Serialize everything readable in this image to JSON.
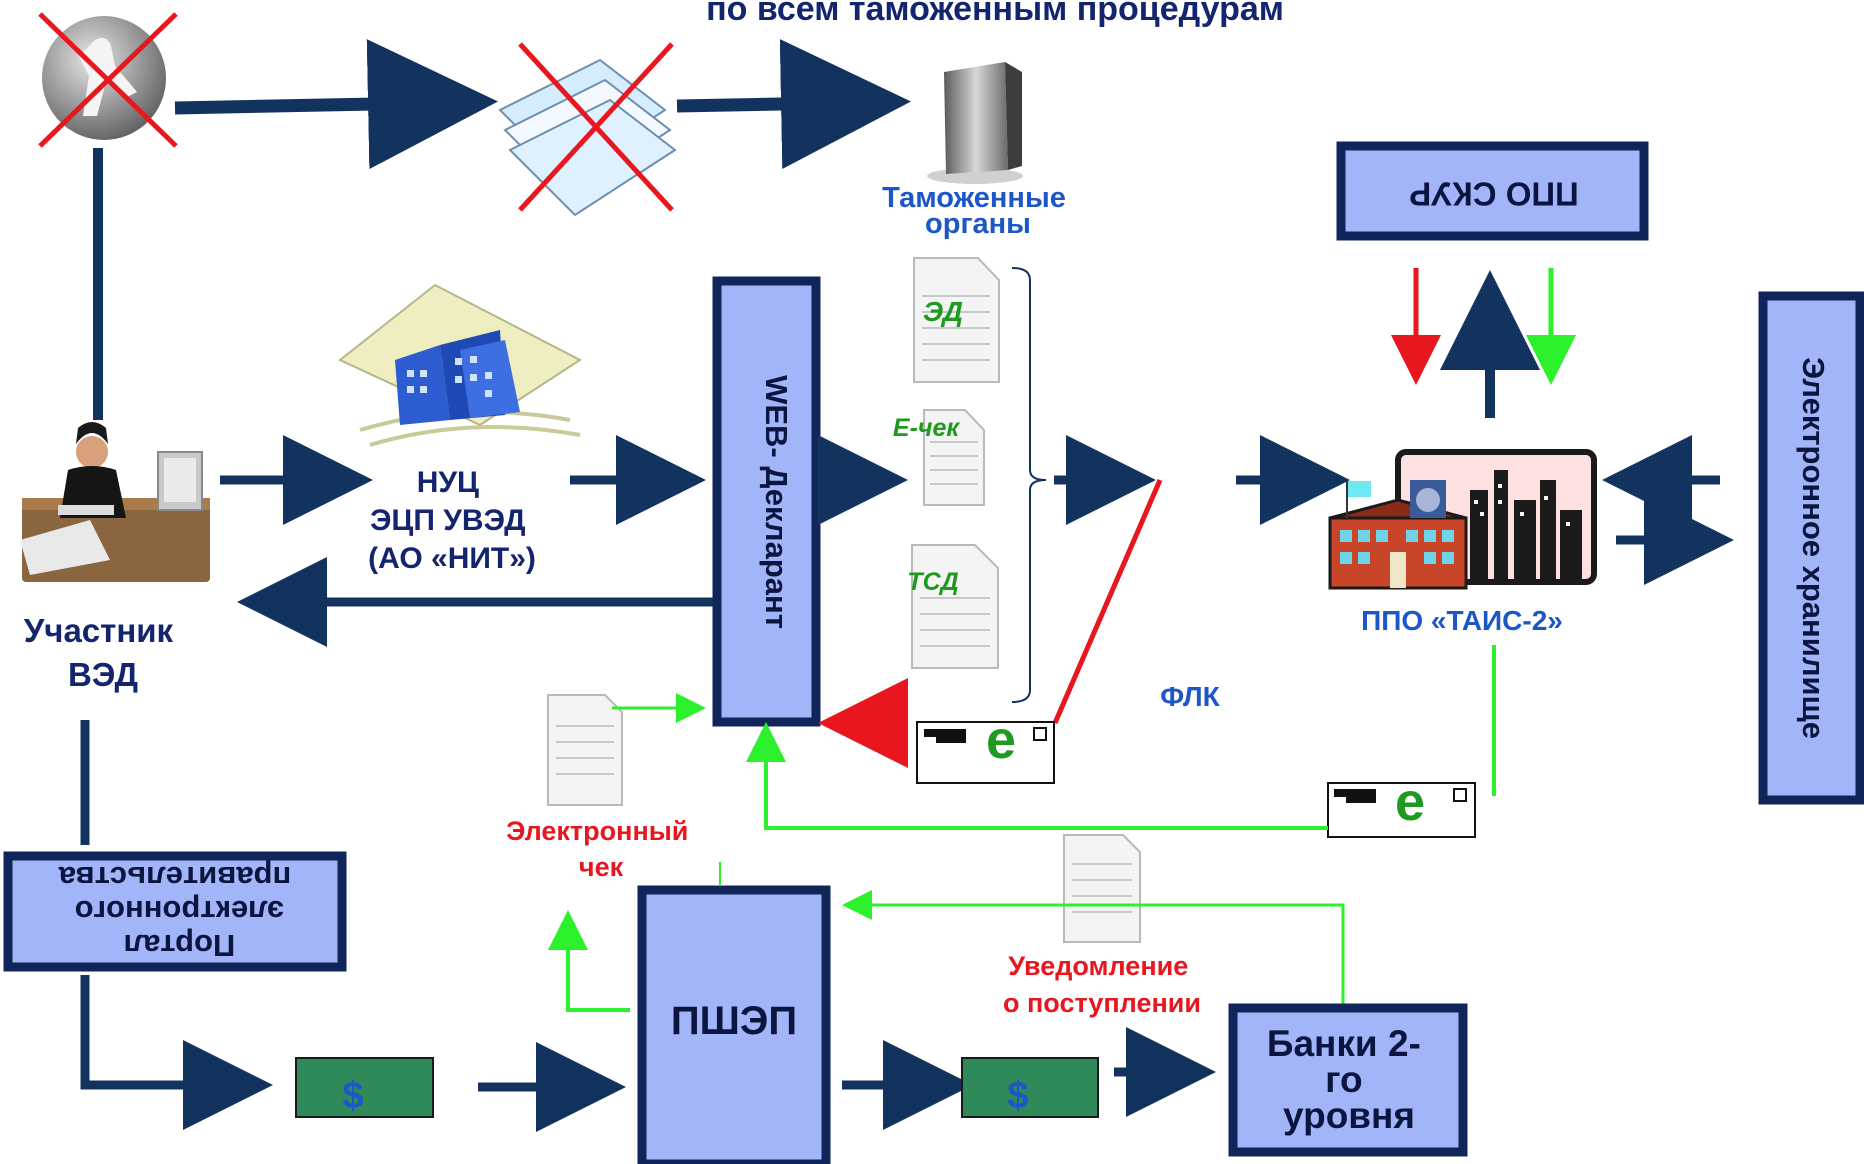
{
  "header": {
    "title": "по всем таможенным процедурам"
  },
  "labels": {
    "customs": [
      "Таможенные",
      "органы"
    ],
    "nuc": [
      "НУЦ",
      "ЭЦП УВЭД",
      "(АО «НИТ»)"
    ],
    "participant": [
      "Участник",
      "ВЭД"
    ],
    "web_declarant": "WEB- Декларант",
    "ed": "ЭД",
    "echeck_doc": "Е-чек",
    "tsd": "ТСД",
    "flk": "ФЛК",
    "ppo_skur": "ППО СКУР",
    "ppo_tais": "ППО «ТАИС-2»",
    "e_storage": "Электронное хранилище",
    "portal": [
      "Портал",
      "электронного",
      "правительства"
    ],
    "electronic_check": [
      "Электронный",
      "чек"
    ],
    "pshep": "ПШЭП",
    "notification": [
      "Уведомление",
      "о поступлении"
    ],
    "banks": [
      "Банки 2-",
      "го",
      "уровня"
    ],
    "envelope_letter": "e",
    "money_symbol": "$"
  },
  "colors": {
    "navy": "#13256e",
    "box_fill": "#a2b5f8",
    "red": "#e8161e",
    "green": "#2df02d",
    "money": "#2f8a5a"
  }
}
